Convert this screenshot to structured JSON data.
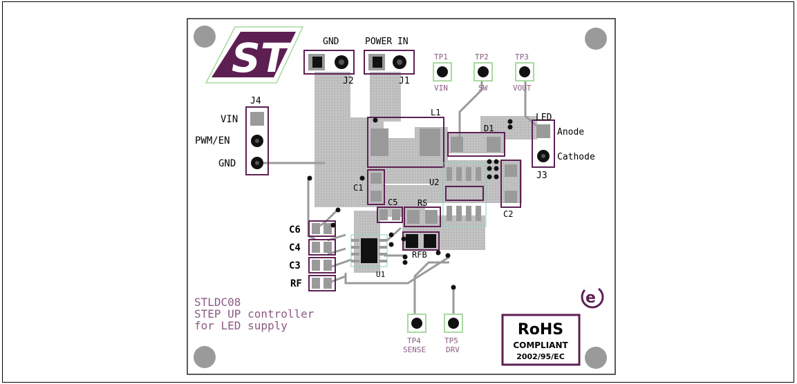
{
  "logo": {
    "brand": "ST"
  },
  "connectors": {
    "gnd_label": "GND",
    "power_in_label": "POWER IN",
    "j1": "J1",
    "j2": "J2",
    "j3": "J3",
    "j4": "J4",
    "j4_pins": [
      "VIN",
      "PWM/EN",
      "GND"
    ],
    "led_title": "LED",
    "led_pins": [
      "Anode",
      "Cathode"
    ]
  },
  "test_points": [
    {
      "id": "TP1",
      "sub": "VIN"
    },
    {
      "id": "TP2",
      "sub": "SW"
    },
    {
      "id": "TP3",
      "sub": "VOUT"
    },
    {
      "id": "TP4",
      "sub": "SENSE"
    },
    {
      "id": "TP5",
      "sub": "DRV"
    }
  ],
  "components": {
    "l1": "L1",
    "d1": "D1",
    "u2": "U2",
    "c1": "C1",
    "c2": "C2",
    "c5": "C5",
    "rs": "RS",
    "rfb": "RFB",
    "u1": "U1",
    "left_caps": [
      "C6",
      "C4",
      "C3",
      "RF"
    ]
  },
  "description": {
    "line1": "STLDC08",
    "line2": "STEP UP controller",
    "line3": "for LED supply"
  },
  "rohs": {
    "title": "RoHS",
    "subtitle": "COMPLIANT",
    "code": "2002/95/EC"
  },
  "colors": {
    "copper": "#b4b4b4",
    "outline": "#5d1f52",
    "pad": "#111111",
    "hole": "#999999",
    "logo": "#5d1f52",
    "logo_frame": "#a9d8a0"
  }
}
